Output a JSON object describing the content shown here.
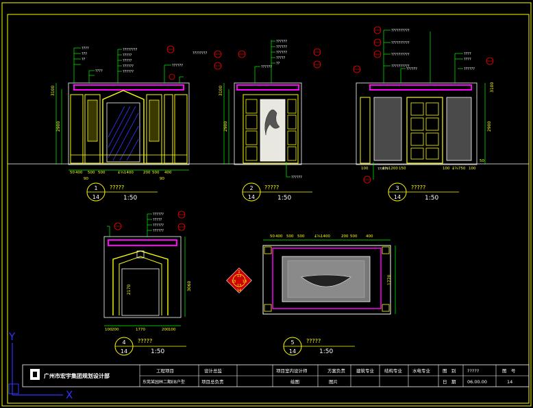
{
  "drawing": {
    "frame_color": "#ffff00",
    "line_colors": {
      "yellow": "#ffff00",
      "green": "#00ff00",
      "red": "#ff0000",
      "magenta": "#ff00ff",
      "cyan": "#00ffff",
      "white": "#ffffff",
      "blue": "#3333ff"
    }
  },
  "views": [
    {
      "num": "1",
      "sheet": "14",
      "title": "?????",
      "scale": "1:50"
    },
    {
      "num": "2",
      "sheet": "14",
      "title": "?????",
      "scale": "1:50"
    },
    {
      "num": "3",
      "sheet": "14",
      "title": "?????",
      "scale": "1:50"
    },
    {
      "num": "4",
      "sheet": "14",
      "title": "?????",
      "scale": "1:50"
    },
    {
      "num": "5",
      "sheet": "14",
      "title": "?????",
      "scale": "1:50"
    }
  ],
  "dims": {
    "v1_bottom": [
      "50",
      "400",
      "500",
      "500",
      "£¾1400",
      "200",
      "500",
      "400"
    ],
    "v1_bottom2": [
      "90",
      "90"
    ],
    "v1_left": [
      "3100",
      "2900"
    ],
    "v2_left": [
      "3100",
      "2900"
    ],
    "v3_bottom": [
      "100",
      "£¾1200",
      "150",
      "100",
      "£¾750",
      "100",
      "50"
    ],
    "v3_right": [
      "3100",
      "2900"
    ],
    "v4_bottom": [
      "100",
      "200",
      "1770",
      "200",
      "100"
    ],
    "v4_right": [
      "3060",
      "2170"
    ],
    "v5_top": [
      "50",
      "400",
      "500",
      "500",
      "£¾1400",
      "200",
      "500",
      "400"
    ],
    "v5_right": [
      "1770"
    ]
  },
  "callouts": {
    "v1": [
      "????",
      "???",
      "??",
      "????",
      "????????",
      "?????",
      "?????",
      "??????",
      "??????",
      "??????",
      "????????"
    ],
    "v2": [
      "??????",
      "??????",
      "??????",
      "?????",
      "??",
      "??????",
      "??????"
    ],
    "v3": [
      "??????????",
      "??????????",
      "??????????",
      "??????????",
      "????",
      "????",
      "??????",
      "??????",
      "??????"
    ],
    "v4": [
      "??????",
      "?????",
      "??????",
      "??????"
    ],
    "v5": []
  },
  "compass": [
    "1",
    "13",
    "13",
    "13",
    "13",
    "14"
  ],
  "ucs": {
    "y_label": "Y",
    "x_label": "X"
  },
  "title_block": {
    "company": "广州市宏宇集团规划设计部",
    "row1": {
      "project_label": "工程项目",
      "design_label": "设计总监",
      "designer_label": "项目室内设计师",
      "survey_label": "方案负责",
      "arch_label": "建筑专业",
      "struct_label": "结构专业",
      "elec_label": "水电专业",
      "drawing_label": "图　别",
      "drawing_value": "?????",
      "number_label": "图　号"
    },
    "row2": {
      "project_value": "东莞某园林二期EB户型",
      "manager_label": "项目总负责",
      "draw_label": "绘图",
      "draw_value": "图片",
      "date_label": "日　期",
      "date_value": "06.00.00",
      "sheet_value": "14"
    }
  }
}
